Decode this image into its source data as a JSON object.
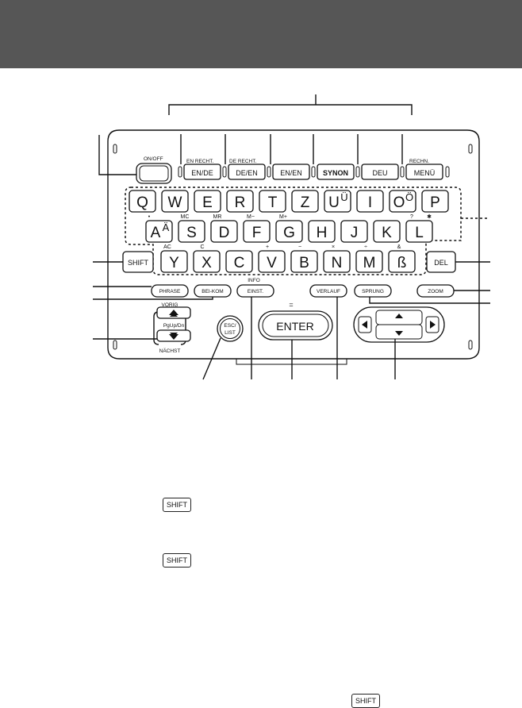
{
  "mode_keys": [
    "EN/DE",
    "DE/EN",
    "EN/EN",
    "SYNON",
    "DEU",
    "MENÜ"
  ],
  "mode_top_labels": [
    "EN RECHT.",
    "DE RECHT.",
    "RECHN."
  ],
  "onoff_label": "ON/OFF",
  "letter_row1": [
    "Q",
    "W",
    "E",
    "R",
    "T",
    "Z",
    "U",
    "I",
    "O",
    "P"
  ],
  "letter_row1_sup": {
    "U": "Ü",
    "O": "Ö"
  },
  "letter_row2": [
    "A",
    "S",
    "D",
    "F",
    "G",
    "H",
    "J",
    "K",
    "L"
  ],
  "letter_row2_sup": {
    "A": "Ä"
  },
  "letter_row3": [
    "Y",
    "X",
    "C",
    "V",
    "B",
    "N",
    "M",
    "ß"
  ],
  "row2_small": [
    "•",
    "MC",
    "MR",
    "M−",
    "M+",
    "?",
    "✱"
  ],
  "row3_small": [
    "AC",
    "C",
    "+",
    "−",
    "×",
    "÷",
    "&"
  ],
  "keys": {
    "shift": "SHIFT",
    "del": "DEL",
    "phrase": "PHRASE",
    "beikom": "BEI-KOM",
    "einst": "EINST.",
    "info": "INFO",
    "verlauf": "VERLAUF",
    "sprung": "SPRUNG",
    "zoom": "ZOOM",
    "esc_line1": "ESC/",
    "esc_line2": "LIST",
    "enter": "ENTER",
    "equals": "=",
    "vorig": "VORIG",
    "naechst": "NÄCHST",
    "pgupdn": "PgUp/Dn"
  },
  "text_shift_keys": [
    "SHIFT",
    "SHIFT",
    "SHIFT"
  ]
}
